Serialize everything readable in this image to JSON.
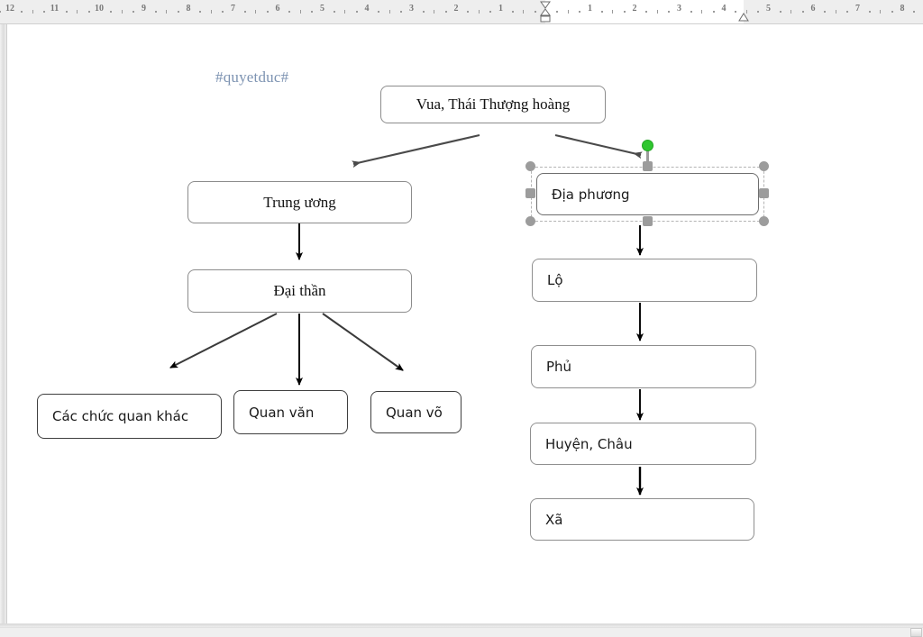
{
  "app": {
    "document_background": "#ffffff",
    "ruler_background": "#eeeeee"
  },
  "ruler": {
    "left_numbers": [
      12,
      11,
      10,
      9,
      8,
      7,
      6,
      5,
      4,
      3,
      2,
      1
    ],
    "right_numbers": [
      1,
      2,
      3,
      4,
      5,
      6,
      7,
      8
    ],
    "unit": "inch",
    "first_line_indent_marker": "hourglass-indent-marker",
    "right_indent_marker": "triangle-indent-marker"
  },
  "watermark": {
    "text": "#quyetduc#",
    "color": "#7d93b2"
  },
  "diagram": {
    "title": "Vua, Thái Thượng hoàng",
    "nodes": [
      {
        "id": "vua",
        "label": "Vua, Thái Thượng hoàng",
        "style": "serif"
      },
      {
        "id": "trunguong",
        "label": "Trung ương",
        "style": "serif"
      },
      {
        "id": "daithan",
        "label": "Đại thần",
        "style": "serif"
      },
      {
        "id": "diaphuong",
        "label": "Địa phương",
        "style": "sans",
        "selected": true
      },
      {
        "id": "lo",
        "label": "Lộ",
        "style": "sans"
      },
      {
        "id": "phu",
        "label": "Phủ",
        "style": "sans"
      },
      {
        "id": "huyenchau",
        "label": "Huyện, Châu",
        "style": "sans"
      },
      {
        "id": "xa",
        "label": "Xã",
        "style": "sans"
      },
      {
        "id": "cacchuc",
        "label": "Các chức quan khác",
        "style": "sans"
      },
      {
        "id": "quanvan",
        "label": "Quan văn",
        "style": "sans"
      },
      {
        "id": "quanvo",
        "label": "Quan võ",
        "style": "sans"
      }
    ],
    "edges": [
      {
        "from": "vua",
        "to": "trunguong"
      },
      {
        "from": "vua",
        "to": "diaphuong"
      },
      {
        "from": "trunguong",
        "to": "daithan"
      },
      {
        "from": "daithan",
        "to": "cacchuc"
      },
      {
        "from": "daithan",
        "to": "quanvan"
      },
      {
        "from": "daithan",
        "to": "quanvo"
      },
      {
        "from": "diaphuong",
        "to": "lo"
      },
      {
        "from": "lo",
        "to": "phu"
      },
      {
        "from": "phu",
        "to": "huyenchau"
      },
      {
        "from": "huyenchau",
        "to": "xa"
      }
    ]
  },
  "selection": {
    "target": "Địa phương",
    "rotation_handle_color": "#2fc62f",
    "handle_color": "#9c9c9c"
  }
}
